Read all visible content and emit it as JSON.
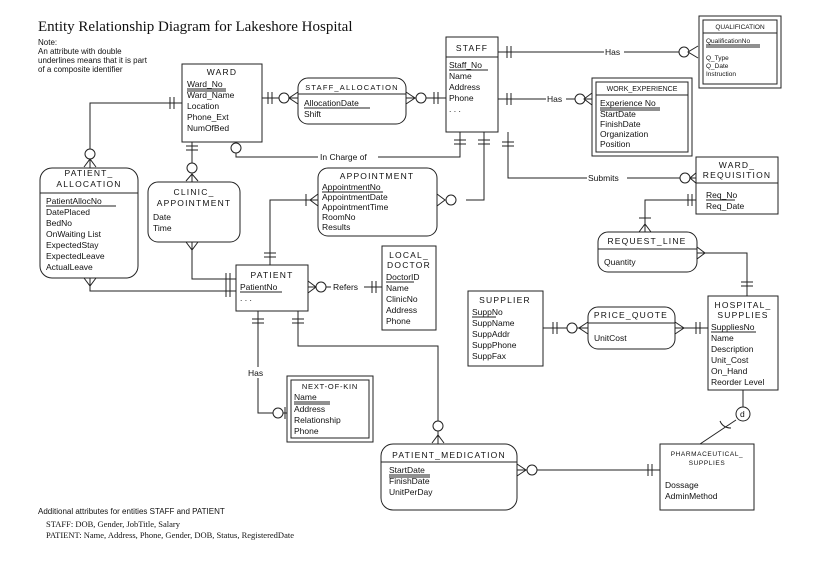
{
  "title": "Entity Relationship Diagram for Lakeshore Hospital",
  "note": [
    "Note:",
    "An attribute with double",
    "underlines means that it is part",
    "of a composite identifier"
  ],
  "footer": {
    "heading": "Additional attributes for entities STAFF and PATIENT",
    "staff": "STAFF: DOB, Gender, JobTitle, Salary",
    "patient": "PATIENT: Name, Address, Phone, Gender, DOB, Status, RegisteredDate"
  },
  "entities": {
    "ward": {
      "title": [
        "WARD"
      ],
      "attrs": [
        "Ward_No",
        "Ward_Name",
        "Location",
        "Phone_Ext",
        "NumOfBed"
      ]
    },
    "staff_allocation": {
      "title": [
        "STAFF_ALLOCATION"
      ],
      "attrs": [
        "AllocationDate",
        "Shift"
      ]
    },
    "staff": {
      "title": [
        "STAFF"
      ],
      "attrs": [
        "Staff_No",
        "Name",
        "Address",
        "Phone",
        ". . ."
      ]
    },
    "qualification": {
      "title": [
        "QUALIFICATION"
      ],
      "attrs": [
        "QualificationNo",
        "Q_Type",
        "Q_Date",
        "Instruction"
      ]
    },
    "work_experience": {
      "title": [
        "WORK_EXPERIENCE"
      ],
      "attrs": [
        "Experience No",
        "StartDate",
        "FinishDate",
        "Organization",
        "Position"
      ]
    },
    "ward_requisition": {
      "title": [
        "WARD_",
        "REQUISITION"
      ],
      "attrs": [
        "Req_No",
        "Req_Date"
      ]
    },
    "patient_allocation": {
      "title": [
        "PATIENT_",
        "ALLOCATION"
      ],
      "attrs": [
        "PatientAllocNo",
        "DatePlaced",
        "BedNo",
        "OnWaiting List",
        "ExpectedStay",
        "ExpectedLeave",
        "ActualLeave"
      ]
    },
    "clinic_appointment": {
      "title": [
        "CLINIC_",
        "APPOINTMENT"
      ],
      "attrs": [
        "Date",
        "Time"
      ]
    },
    "appointment": {
      "title": [
        "APPOINTMENT"
      ],
      "attrs": [
        "AppointmentNo",
        "AppointmentDate",
        "AppointmentTime",
        "RoomNo",
        "Results"
      ]
    },
    "request_line": {
      "title": [
        "REQUEST_LINE"
      ],
      "attrs": [
        "Quantity"
      ]
    },
    "patient": {
      "title": [
        "PATIENT"
      ],
      "attrs": [
        "PatientNo",
        ". . ."
      ]
    },
    "local_doctor": {
      "title": [
        "LOCAL_",
        "DOCTOR"
      ],
      "attrs": [
        "DoctorID",
        "Name",
        "ClinicNo",
        "Address",
        "Phone"
      ]
    },
    "supplier": {
      "title": [
        "SUPPLIER"
      ],
      "attrs": [
        "SuppNo",
        "SuppName",
        "SuppAddr",
        "SuppPhone",
        "SuppFax"
      ]
    },
    "price_quote": {
      "title": [
        "PRICE_QUOTE"
      ],
      "attrs": [
        "UnitCost"
      ]
    },
    "hospital_supplies": {
      "title": [
        "HOSPITAL_",
        "SUPPLIES"
      ],
      "attrs": [
        "SuppliesNo",
        "Name",
        "Description",
        "Unit_Cost",
        "On_Hand",
        "Reorder Level"
      ]
    },
    "next_of_kin": {
      "title": [
        "NEXT-OF-KIN"
      ],
      "attrs": [
        "Name",
        "Address",
        "Relationship",
        "Phone"
      ]
    },
    "patient_medication": {
      "title": [
        "PATIENT_MEDICATION"
      ],
      "attrs": [
        "StartDate",
        "FinishDate",
        "UnitPerDay"
      ]
    },
    "pharmaceutical_supplies": {
      "title": [
        "PHARMACEUTICAL_",
        "SUPPLIES"
      ],
      "attrs": [
        "Dossage",
        "AdminMethod"
      ]
    }
  },
  "relationships": {
    "has_qual": "Has",
    "has_work": "Has",
    "in_charge": "In Charge of",
    "submits": "Submits",
    "refers": "Refers",
    "has_kin": "Has",
    "disjoint": "d"
  }
}
